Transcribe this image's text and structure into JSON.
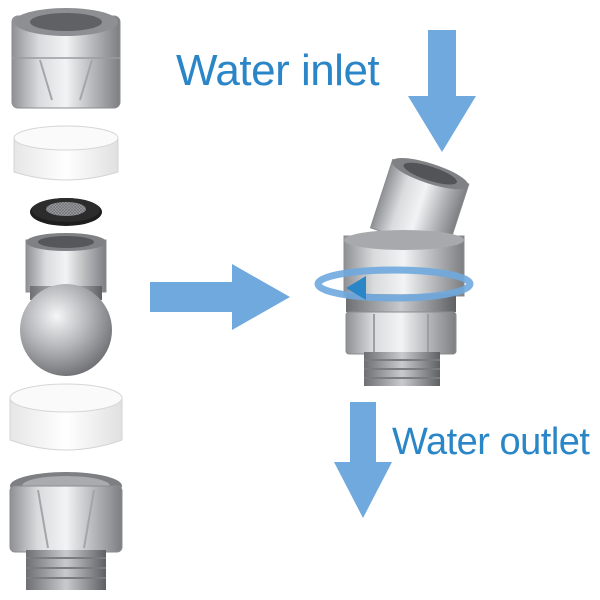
{
  "labels": {
    "inlet": "Water inlet",
    "outlet": "Water outlet"
  },
  "colors": {
    "arrow": "#6fa9de",
    "text": "#2b86c8",
    "metal": "#b9bbbe",
    "seal": "#f2f2f2",
    "washer": "#222222"
  },
  "parts": [
    "hex-nut-female",
    "white-ring",
    "filter-washer",
    "ball-joint",
    "white-ring",
    "hex-nut-male"
  ]
}
